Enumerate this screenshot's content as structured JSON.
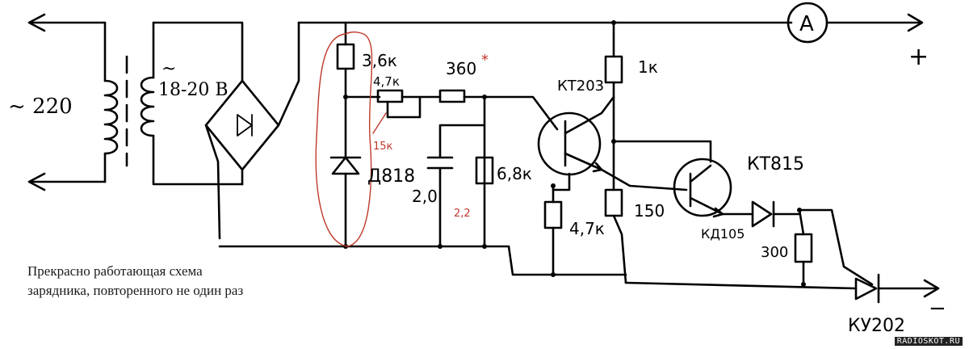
{
  "colors": {
    "ink": "#000000",
    "annotation": "#c0392b",
    "background": "#ffffff"
  },
  "labels": {
    "mains": "~ 220",
    "secondary_tilde": "~",
    "secondary": "18-20 B",
    "r1": "3,6к",
    "r1_alt": "4,7к",
    "r2": "360",
    "r2_mark": "*",
    "r3": "1к",
    "q1": "КТ203",
    "q2": "КТ815",
    "zener": "Д818",
    "cap": "2,0",
    "cap_alt": "2,2",
    "r4": "6,8к",
    "r5": "4,7к",
    "r6": "150",
    "diode": "КД105",
    "r7": "300",
    "thyristor": "КУ202",
    "trim_note": "15к",
    "ammeter": "A",
    "plus": "+",
    "minus": "−"
  },
  "caption": {
    "line1": "Прекрасно работающая схема",
    "line2": "зарядника, повторенного не один раз"
  },
  "watermark": "RADIOSKOT.RU"
}
